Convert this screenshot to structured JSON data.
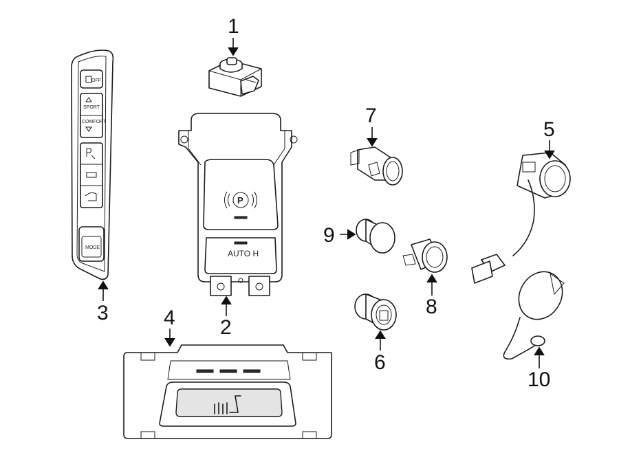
{
  "callouts": {
    "c1": "1",
    "c2": "2",
    "c3": "3",
    "c4": "4",
    "c5": "5",
    "c6": "6",
    "c7": "7",
    "c8": "8",
    "c9": "9",
    "c10": "10"
  },
  "switch_panel": {
    "btn_off": "OFF",
    "btn_sport": "SPORT",
    "btn_comfort": "COMFORT",
    "btn_mode": "MODE"
  },
  "parking_brake": {
    "symbol": "P",
    "auto_hold_label": "AUTO H"
  },
  "icons": [
    "dsc-off-icon",
    "park-assist-icon",
    "battery-icon",
    "camera-icon",
    "seat-heater-icon",
    "parking-brake-icon"
  ]
}
